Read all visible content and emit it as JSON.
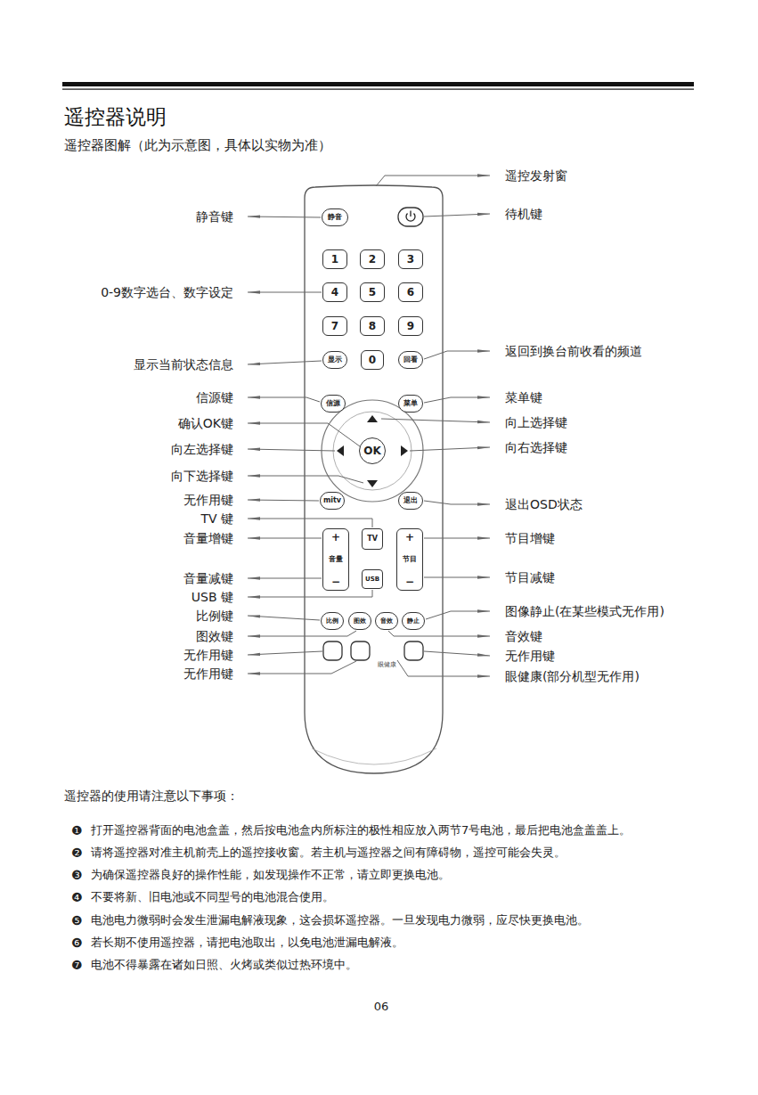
{
  "diagram": {
    "title": "遥控器说明",
    "nodes": [
      {
        "text": [
          "静音"
        ]
      },
      {
        "text": [
          "1"
        ]
      },
      {
        "text": [
          "2"
        ]
      },
      {
        "text": [
          "3"
        ]
      },
      {
        "text": [
          "4"
        ]
      },
      {
        "text": [
          "5"
        ]
      },
      {
        "text": [
          "6"
        ]
      },
      {
        "text": [
          "7"
        ]
      },
      {
        "text": [
          "8"
        ]
      },
      {
        "text": [
          "9"
        ]
      },
      {
        "text": [
          "显示"
        ]
      },
      {
        "text": [
          "0"
        ]
      },
      {
        "text": [
          "回看"
        ]
      },
      {
        "text": [
          "信源"
        ]
      },
      {
        "text": [
          "菜单"
        ]
      },
      {
        "text": [
          "OK"
        ]
      },
      {
        "text": [
          "mitv"
        ]
      },
      {
        "text": [
          "退出"
        ]
      },
      {
        "text": [
          "TV"
        ]
      },
      {
        "text": [
          "+",
          "音量",
          "−"
        ]
      },
      {
        "text": [
          "+",
          "节目",
          "−"
        ]
      },
      {
        "text": [
          "USB"
        ]
      },
      {
        "text": [
          "比例"
        ]
      },
      {
        "text": [
          "图效"
        ]
      },
      {
        "text": [
          "音效"
        ]
      },
      {
        "text": [
          "静止"
        ]
      },
      {
        "text": [
          "眼健康"
        ]
      }
    ],
    "labels": [
      "遥控器图解（此为示意图，具体以实物为准）",
      "遥控发射窗",
      "静音键",
      "待机键",
      "0-9数字选台、数字设定",
      "显示当前状态信息",
      "返回到换台前收看的频道",
      "信源键",
      "菜单键",
      "确认OK键",
      "向上选择键",
      "向左选择键",
      "向右选择键",
      "向下选择键",
      "无作用键",
      "退出OSD状态",
      "TV 键",
      "音量增键",
      "节目增键",
      "音量减键",
      "节目减键",
      "USB 键",
      "比例键",
      "图像静止(在某些模式无作用)",
      "图效键",
      "音效键",
      "无作用键",
      "无作用键",
      "无作用键",
      "眼健康(部分机型无作用)",
      "遥控器的使用请注意以下事项：",
      "❶",
      "打开遥控器背面的电池盒盖，然后按电池盒内所标注的极性相应放入两节7号电池，最后把电池盒盖盖上。",
      "❷",
      "请将遥控器对准主机前壳上的遥控接收窗。若主机与遥控器之间有障碍物，遥控可能会失灵。",
      "❸",
      "为确保遥控器良好的操作性能，如发现操作不正常，请立即更换电池。",
      "❹",
      "不要将新、旧电池或不同型号的电池混合使用。",
      "❺",
      "电池电力微弱时会发生泄漏电解液现象，这会损坏遥控器。一旦发现电力微弱，应尽快更换电池。",
      "❻",
      "若长期不使用遥控器，请把电池取出，以免电池泄漏电解液。",
      "❼",
      "电池不得暴露在诸如日照、火烤或类似过热环境中。",
      "06"
    ]
  }
}
